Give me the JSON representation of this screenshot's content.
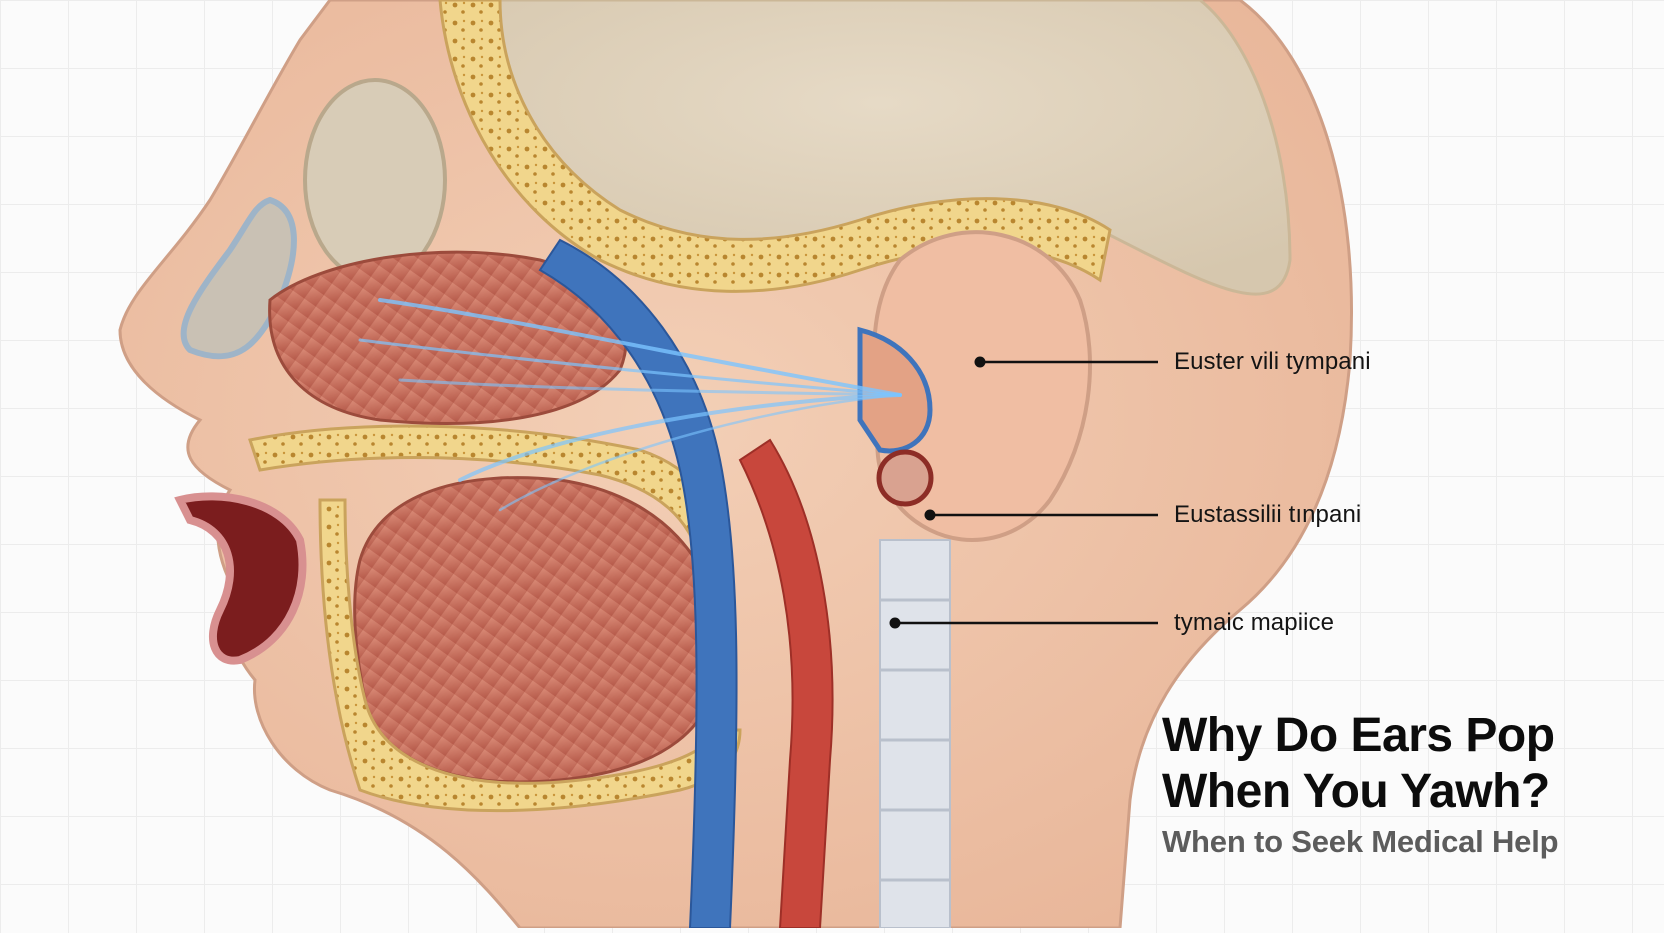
{
  "diagram": {
    "title_lines": [
      "Why Do Ears Pop",
      "When You Yawh?"
    ],
    "subtitle": "When to Seek Medical Help",
    "labels": [
      {
        "id": "label-1",
        "text": "Euster vili tympani"
      },
      {
        "id": "label-2",
        "text": "Eustassilii tınpani"
      },
      {
        "id": "label-3",
        "text": "tymaic mapiice"
      }
    ],
    "colors": {
      "skin": "#efc4a8",
      "skull": "#ddd0b8",
      "bone": "#f0d890",
      "muscle": "#c8705e",
      "vein": "#3f74bc",
      "artery": "#c8473c",
      "airflow": "#7cc4ff"
    }
  }
}
